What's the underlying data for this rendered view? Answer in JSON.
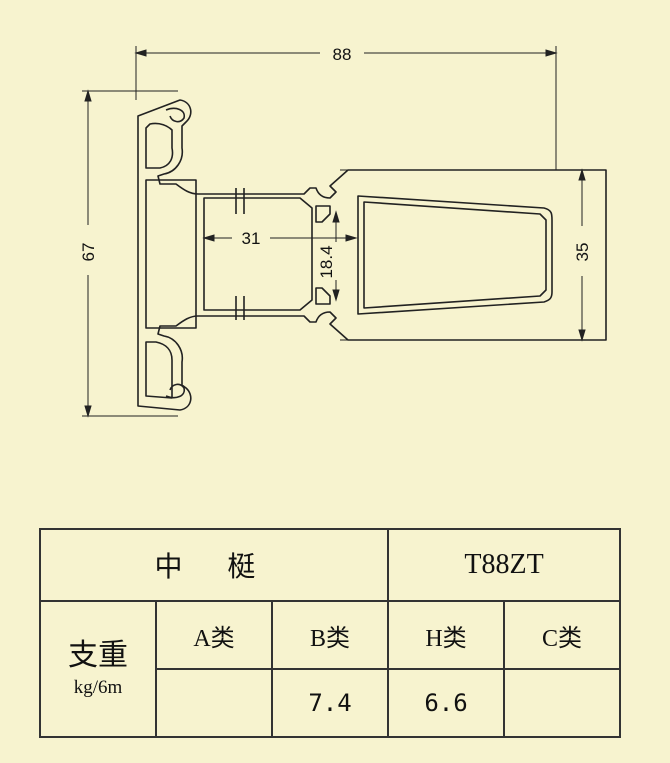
{
  "dimensions": {
    "width": "88",
    "height": "67",
    "inner_width": "31",
    "inner_height": "18.4",
    "right_height": "35"
  },
  "table": {
    "name": "中 梃",
    "model": "T88ZT",
    "weight_label": "支重",
    "weight_unit": "kg/6m",
    "classes": [
      {
        "label": "A类",
        "value": ""
      },
      {
        "label": "B类",
        "value": "7.4"
      },
      {
        "label": "H类",
        "value": "6.6"
      },
      {
        "label": "C类",
        "value": ""
      }
    ]
  }
}
